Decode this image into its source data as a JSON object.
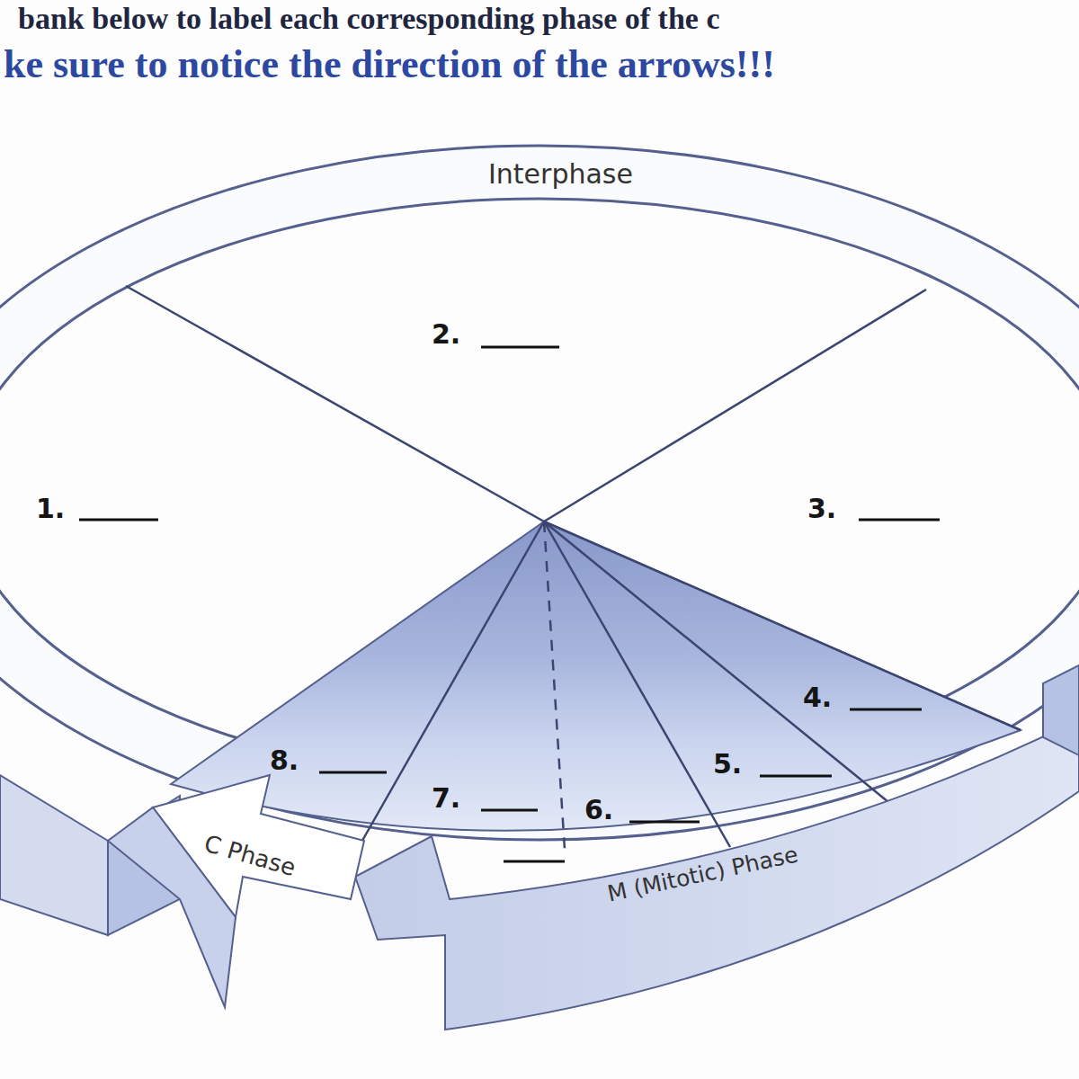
{
  "diagram": {
    "nodes": [
      {
        "text": [
          "Interphase"
        ]
      },
      {
        "text": [
          "C Phase"
        ]
      },
      {
        "text": [
          "M (Mitotic) Phase"
        ]
      }
    ],
    "labels": [
      "bank below to label each corresponding phase of the c",
      "ke sure to notice the direction of the arrows!!!",
      "1.",
      "2.",
      "3.",
      "4.",
      "5.",
      "6.",
      "7.",
      "8."
    ]
  }
}
